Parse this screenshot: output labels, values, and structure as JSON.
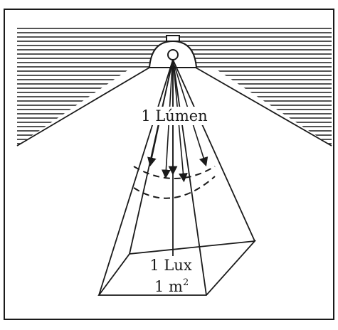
{
  "labels": {
    "lumen": "1 Lúmen",
    "lux": "1 Lux",
    "area_value": "1 m",
    "area_exponent": "2"
  },
  "colors": {
    "ink": "#1a1a1a",
    "paper": "#ffffff"
  }
}
